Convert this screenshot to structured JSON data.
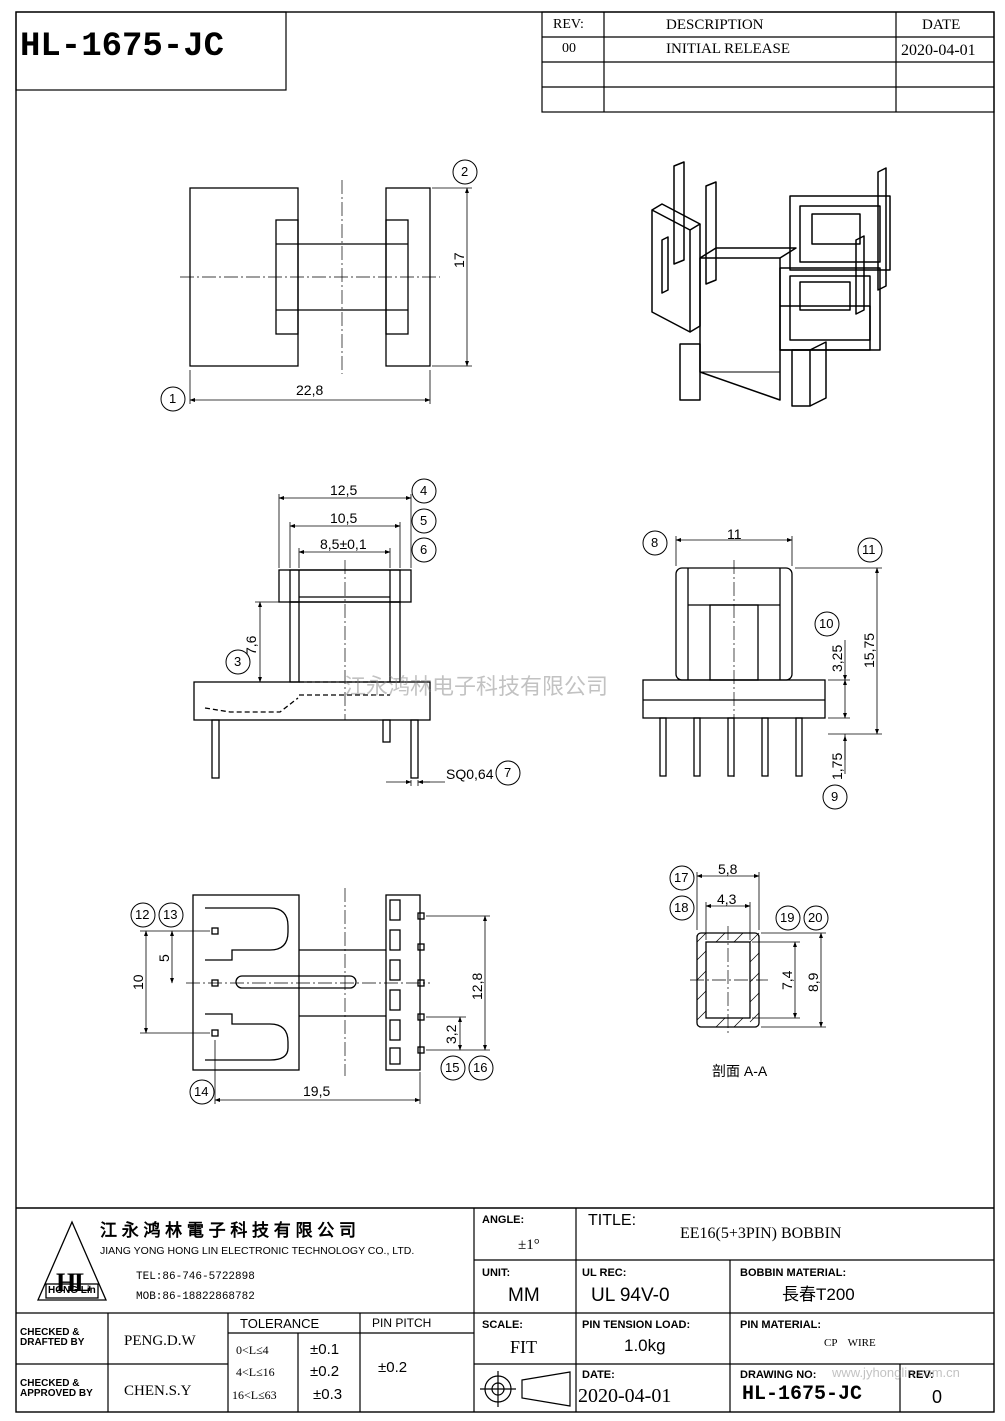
{
  "drawing_code": "HL-1675-JC",
  "rev_table": {
    "headers": {
      "rev": "REV:",
      "description": "DESCRIPTION",
      "date": "DATE"
    },
    "rows": [
      {
        "rev": "00",
        "description": "INITIAL RELEASE",
        "date": "2020-04-01"
      }
    ]
  },
  "top_view": {
    "dim_width": "22,8",
    "dim_height": "17",
    "balloons": [
      "1",
      "2"
    ]
  },
  "side_view": {
    "dim_outer": "12,5",
    "dim_mid": "10,5",
    "dim_inner": "8,5±0,1",
    "dim_height": "7,6",
    "pin_label": "SQ0,64",
    "balloons": [
      "3",
      "4",
      "5",
      "6",
      "7"
    ]
  },
  "front_view": {
    "dim_width": "11",
    "dim_total": "15,75",
    "dim_mid": "3,25",
    "dim_pin": "1,75",
    "balloons": [
      "8",
      "9",
      "10",
      "11"
    ]
  },
  "bottom_view": {
    "dim_10": "10",
    "dim_5": "5",
    "dim_128": "12,8",
    "dim_32": "3,2",
    "dim_195": "19,5",
    "balloons": [
      "12",
      "13",
      "14",
      "15",
      "16"
    ]
  },
  "section_view": {
    "dim_58": "5,8",
    "dim_43": "4,3",
    "dim_74": "7,4",
    "dim_89": "8,9",
    "caption": "剖面 A-A",
    "balloons": [
      "17",
      "18",
      "19",
      "20"
    ]
  },
  "watermark": "江永鸿林电子科技有限公司",
  "title_block": {
    "company_cn": "江 永 鸿 林 電 子 科 技 有 限 公 司",
    "company_en": "JIANG YONG HONG LIN ELECTRONIC TECHNOLOGY CO., LTD.",
    "tel": "TEL:86-746-5722898",
    "mob": "MOB:86-18822868782",
    "logo_text": "HL",
    "logo_sub": "HONG Lin",
    "angle_label": "ANGLE:",
    "angle_value": "±1°",
    "title_label": "TITLE:",
    "title_value": "EE16(5+3PIN) BOBBIN",
    "unit_label": "UNIT:",
    "unit_value": "MM",
    "ulrec_label": "UL REC:",
    "ulrec_value": "UL 94V-0",
    "material_label": "BOBBIN MATERIAL:",
    "material_value": "長春T200",
    "checked_drafted_label": "CHECKED & DRAFTED BY",
    "checked_drafted_value": "PENG.D.W",
    "checked_approved_label": "CHECKED & APPROVED BY",
    "checked_approved_value": "CHEN.S.Y",
    "tolerance_label": "TOLERANCE",
    "tolerance_rows": [
      {
        "range": "0<L≤4",
        "value": "±0.1"
      },
      {
        "range": "4<L≤16",
        "value": "±0.2"
      },
      {
        "range": "16<L≤63",
        "value": "±0.3"
      }
    ],
    "pin_pitch_label": "PIN PITCH",
    "pin_pitch_value": "±0.2",
    "scale_label": "SCALE:",
    "scale_value": "FIT",
    "pin_tension_label": "PIN TENSION LOAD:",
    "pin_tension_value": "1.0kg",
    "pin_material_label": "PIN MATERIAL:",
    "pin_material_value": "CP WIRE",
    "date_label": "DATE:",
    "date_value": "2020-04-01",
    "drawing_no_label": "DRAWING NO:",
    "drawing_no_value": "HL-1675-JC",
    "rev_label": "REV:",
    "rev_value": "0",
    "website": "www.jyhonglin.com.cn"
  }
}
